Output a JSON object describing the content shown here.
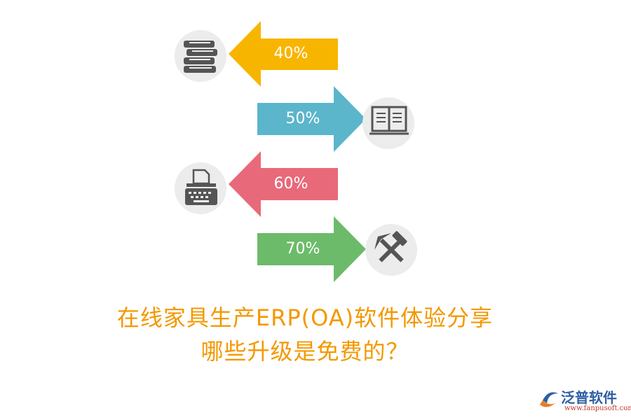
{
  "arrows": [
    {
      "label": "40%",
      "direction": "left",
      "color": "#f8b500",
      "icon": "books-icon"
    },
    {
      "label": "50%",
      "direction": "right",
      "color": "#5bb5cb",
      "icon": "open-book-icon"
    },
    {
      "label": "60%",
      "direction": "left",
      "color": "#e8697a",
      "icon": "typewriter-icon"
    },
    {
      "label": "70%",
      "direction": "right",
      "color": "#6cbb6a",
      "icon": "tools-icon"
    }
  ],
  "icon_circle_color": "#ececec",
  "icon_color": "#555555",
  "title": {
    "line1": "在线家具生产ERP(OA)软件体验分享",
    "line2": "哪些升级是免费的？",
    "color": "#f39800"
  },
  "logo": {
    "name": "泛普软件",
    "url": "www.fanpusoft.com"
  }
}
